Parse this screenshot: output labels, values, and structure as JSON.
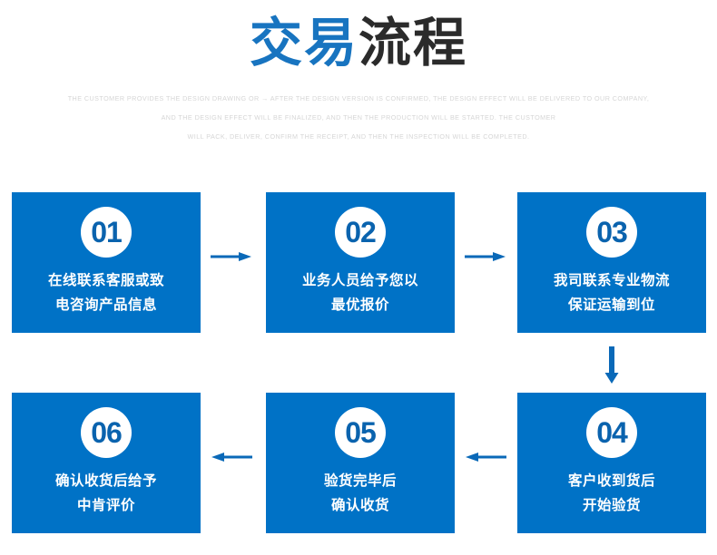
{
  "header": {
    "title_blue": "交易",
    "title_dark": "流程",
    "subtitle_lines": [
      "THE CUSTOMER PROVIDES THE DESIGN DRAWING OR → AFTER THE DESIGN VERSION IS CONFIRMED, THE DESIGN EFFECT WILL BE DELIVERED TO OUR COMPANY,",
      "AND THE DESIGN EFFECT WILL BE FINALIZED, AND THEN THE PRODUCTION WILL BE STARTED. THE CUSTOMER",
      "WILL PACK, DELIVER, CONFIRM THE RECEIPT, AND THEN THE INSPECTION WILL BE COMPLETED."
    ]
  },
  "colors": {
    "card_blue": "#0072c6",
    "title_blue": "#1874c0",
    "title_dark": "#2b2b2b",
    "badge_text": "#0a63ae",
    "subtitle_gray": "#d6d6d6"
  },
  "steps": [
    {
      "number": "01",
      "line1": "在线联系客服或致",
      "line2": "电咨询产品信息"
    },
    {
      "number": "02",
      "line1": "业务人员给予您以",
      "line2": "最优报价"
    },
    {
      "number": "03",
      "line1": "我司联系专业物流",
      "line2": "保证运输到位"
    },
    {
      "number": "04",
      "line1": "客户收到货后",
      "line2": "开始验货"
    },
    {
      "number": "05",
      "line1": "验货完毕后",
      "line2": "确认收货"
    },
    {
      "number": "06",
      "line1": "确认收货后给予",
      "line2": "中肯评价"
    }
  ],
  "arrows": [
    {
      "name": "arrow-right-icon",
      "direction": "right"
    },
    {
      "name": "arrow-right-icon",
      "direction": "right"
    },
    {
      "name": "arrow-down-icon",
      "direction": "down"
    },
    {
      "name": "arrow-left-icon",
      "direction": "left"
    },
    {
      "name": "arrow-left-icon",
      "direction": "left"
    }
  ]
}
